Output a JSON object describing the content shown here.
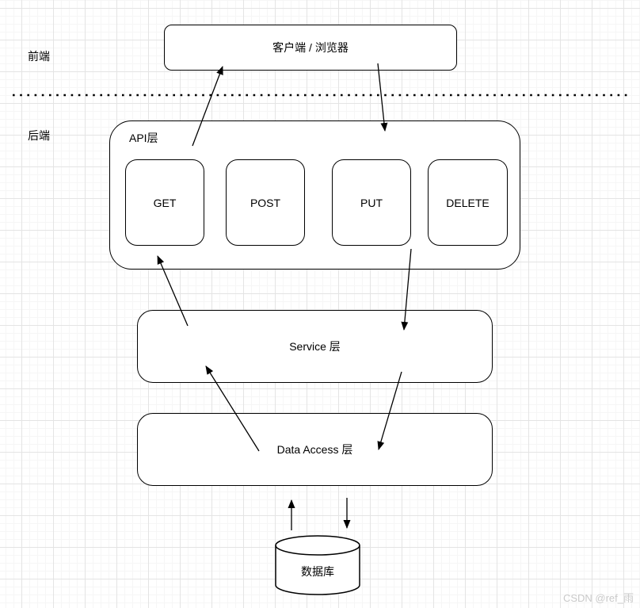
{
  "lanes": {
    "frontend": "前端",
    "backend": "后端"
  },
  "nodes": {
    "client": {
      "label": "客户端 / 浏览器"
    },
    "api_layer": {
      "label": "API层",
      "methods": [
        "GET",
        "POST",
        "PUT",
        "DELETE"
      ]
    },
    "service": {
      "label": "Service 层"
    },
    "data_access": {
      "label": "Data Access 层"
    },
    "database": {
      "label": "数据库"
    }
  },
  "watermark": "CSDN @ref_雨",
  "colors": {
    "stroke": "#000000",
    "background": "#ffffff",
    "grid_major": "#e4e4e4",
    "grid_minor": "#f6f6f6",
    "watermark": "#c9c9c9"
  }
}
